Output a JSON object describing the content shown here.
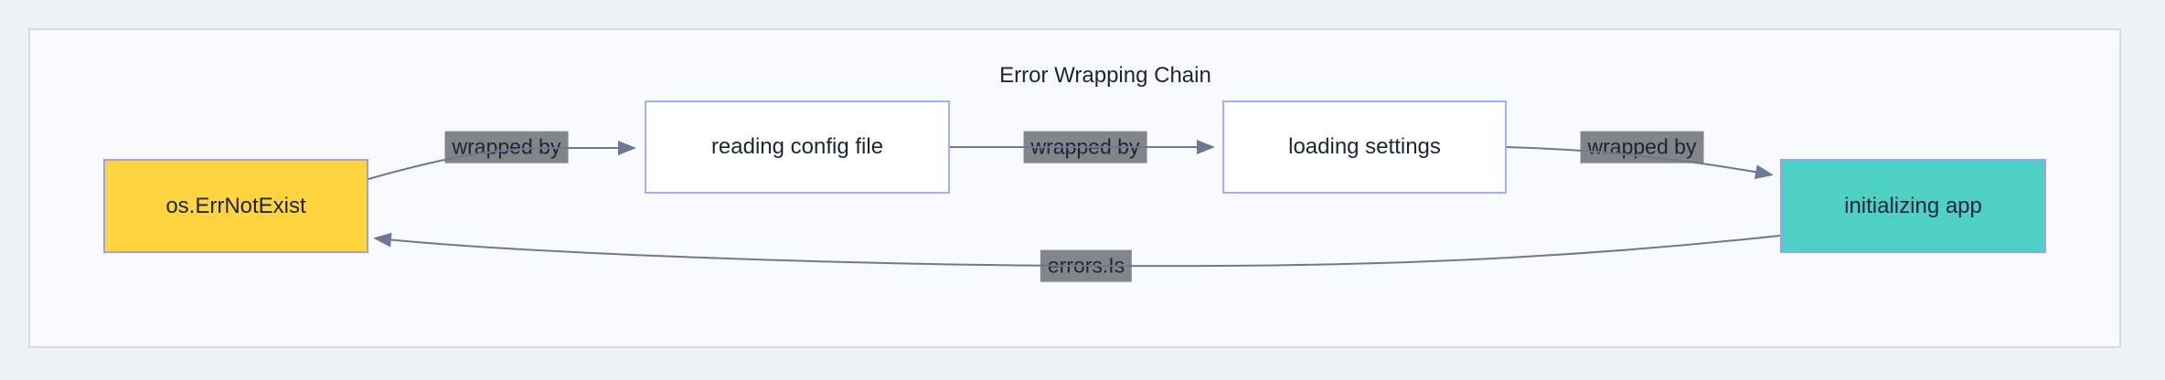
{
  "diagram": {
    "title": "Error Wrapping Chain",
    "type": "flowchart-left-to-right",
    "nodes": [
      {
        "id": "A",
        "label": "os.ErrNotExist",
        "fill": "#ffd43e",
        "border": "#98a0ef"
      },
      {
        "id": "B",
        "label": "reading config file",
        "fill": "#ffffff",
        "border": "#a9b0f7"
      },
      {
        "id": "C",
        "label": "loading settings",
        "fill": "#ffffff",
        "border": "#a9b0f7"
      },
      {
        "id": "D",
        "label": "initializing app",
        "fill": "#4ed0c5",
        "border": "#98a0ef"
      }
    ],
    "edges": [
      {
        "from": "A",
        "to": "B",
        "label": "wrapped by"
      },
      {
        "from": "B",
        "to": "C",
        "label": "wrapped by"
      },
      {
        "from": "C",
        "to": "D",
        "label": "wrapped by"
      },
      {
        "from": "D",
        "to": "A",
        "label": "errors.Is"
      }
    ],
    "colors": {
      "page_bg": "#eef2f7",
      "canvas_bg": "#f9fafd",
      "canvas_border": "#d5dbe5",
      "edge": "#6b7a92",
      "edge_label_bg": "#828689",
      "text": "#1c2537",
      "node_yellow": "#ffd43e",
      "node_teal": "#4ed0c5",
      "node_white": "#ffffff",
      "node_border_purple": "#98a0ef"
    }
  }
}
